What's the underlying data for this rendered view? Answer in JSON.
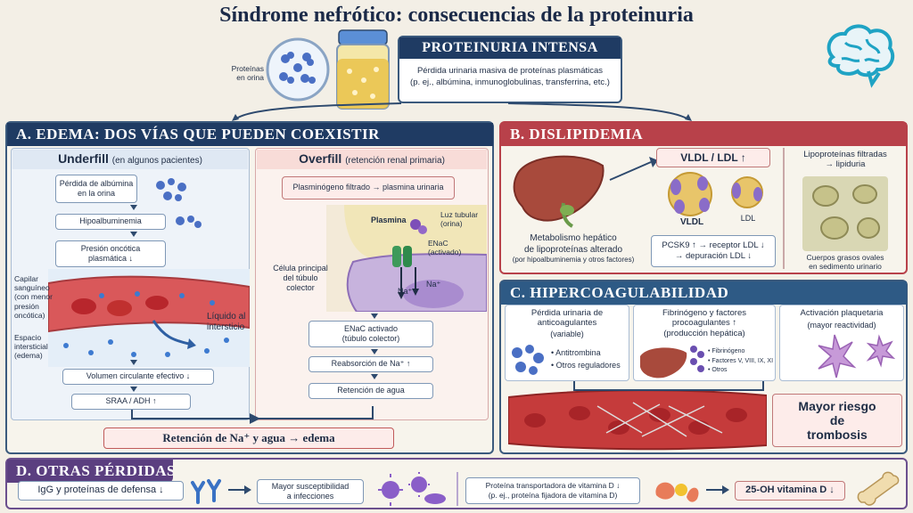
{
  "title": "Síndrome nefrótico: consecuencias de la proteinuria",
  "top": {
    "urine_label": "Proteínas\nen orina",
    "header": "PROTEINURIA INTENSA",
    "desc1": "Pérdida urinaria masiva de proteínas plasmáticas",
    "desc2": "(p. ej., albúmina, inmunoglobulinas, transferrina, etc.)"
  },
  "edema": {
    "header": "A. EDEMA: DOS VÍAS QUE PUEDEN COEXISTIR",
    "underfill_title": "Underfill",
    "underfill_sub": "(en algunos pacientes)",
    "u_step1": "Pérdida de albúmina\nen la orina",
    "u_step2": "Hipoalbuminemia",
    "u_step3": "Presión oncótica\nplasmática ↓",
    "capilar": "Capilar\nsanguíneo\n(con menor\npresión oncótica)",
    "espacio": "Espacio\nintersticial\n(edema)",
    "liquido": "Líquido al\nintersticio",
    "u_step4": "Volumen circulante efectivo ↓",
    "u_step5": "SRAA / ADH ↑",
    "overfill_title": "Overfill",
    "overfill_sub": "(retención renal primaria)",
    "o_step1": "Plasminógeno filtrado → plasmina urinaria",
    "plasmina": "Plasmina",
    "luz": "Luz tubular\n(orina)",
    "enac": "ENaC\n(activado)",
    "celula": "Célula principal\ndel túbulo\ncolector",
    "na1": "Na⁺",
    "na2": "Na⁺",
    "o_step2": "ENaC activado\n(túbulo colector)",
    "o_step3": "Reabsorción de Na⁺ ↑",
    "o_step4": "Retención de agua",
    "result": "Retención de Na⁺ y agua → edema"
  },
  "dislip": {
    "header": "B. DISLIPIDEMIA",
    "vldl_ldl": "VLDL / LDL ↑",
    "vldl": "VLDL",
    "ldl": "LDL",
    "metab1": "Metabolismo hepático\nde lipoproteínas alterado",
    "metab2": "(por hipoalbuminemia y otros factores)",
    "pcsk9": "PCSK9 ↑ → receptor LDL ↓\n→ depuración LDL ↓",
    "lipo_title": "Lipoproteínas filtradas\n→ lipiduria",
    "cuerpos": "Cuerpos grasos ovales\nen sedimento urinario"
  },
  "hiper": {
    "header": "C. HIPERCOAGULABILIDAD",
    "col1_title": "Pérdida urinaria de\nanticoagulantes",
    "col1_sub": "(variable)",
    "col1_items": [
      "Antitrombina",
      "Otros reguladores"
    ],
    "col2_title": "Fibrinógeno y factores\nprocoagulantes ↑\n(producción hepática)",
    "col2_items": [
      "Fibrinógeno",
      "Factores V, VIII, IX, XI",
      "Otros"
    ],
    "col3_title": "Activación plaquetaria",
    "col3_sub": "(mayor reactividad)",
    "riesgo": "Mayor riesgo\nde\ntrombosis"
  },
  "otras": {
    "header": "D. OTRAS PÉRDIDAS",
    "igg": "IgG y proteínas de defensa ↓",
    "suscep": "Mayor susceptibilidad\na infecciones",
    "vitd": "Proteína transportadora de vitamina D ↓\n(p. ej., proteína fijadora de vitamina D)",
    "oh": "25-OH vitamina D ↓"
  },
  "colors": {
    "navy": "#1f3b63",
    "red": "#b8414a",
    "accent": "#2e4a6e"
  }
}
